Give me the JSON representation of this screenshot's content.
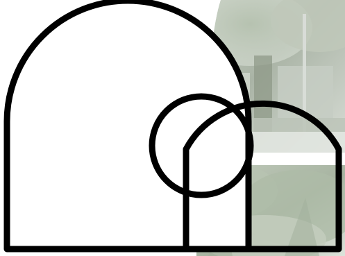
{
  "image": {
    "kind": "outline-shape-composition",
    "background_color": "#ffffff",
    "outline_color": "#000000",
    "photo_panels": [
      {
        "description_tag": "faded-street-trees-photo",
        "tones": [
          "#c9d0c4",
          "#aab4a6",
          "#d8ddd6",
          "#b9c0b5"
        ]
      },
      {
        "description_tag": "faded-tree-canopy-photo",
        "tones": [
          "#c3ccbe",
          "#a7b4a1",
          "#dde3db",
          "#b5c0af"
        ]
      }
    ],
    "shapes": [
      {
        "name": "left-arch-outline",
        "fill": "#ffffff"
      },
      {
        "name": "circle-outline",
        "fill": "none"
      },
      {
        "name": "right-arch-outline",
        "fill": "none"
      }
    ]
  }
}
